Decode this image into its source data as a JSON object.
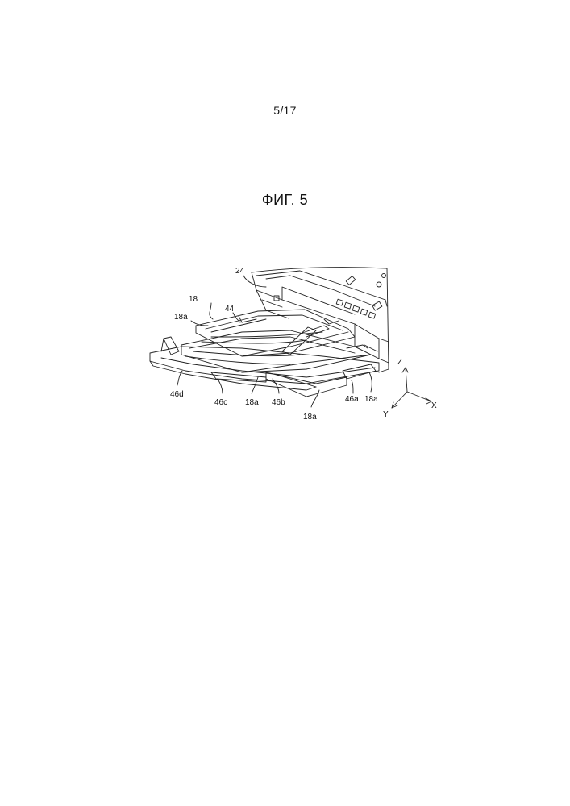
{
  "page_number": "5/17",
  "figure_title": "ФИГ. 5",
  "labels": {
    "l24": "24",
    "l18": "18",
    "l18a_top": "18a",
    "l44": "44",
    "l46d": "46d",
    "l46c": "46c",
    "l18a_mid": "18a",
    "l46b": "46b",
    "l18a_bottom": "18a",
    "l46a": "46a",
    "l18a_right": "18a"
  },
  "axes": {
    "z": "Z",
    "x": "X",
    "y": "Y"
  }
}
